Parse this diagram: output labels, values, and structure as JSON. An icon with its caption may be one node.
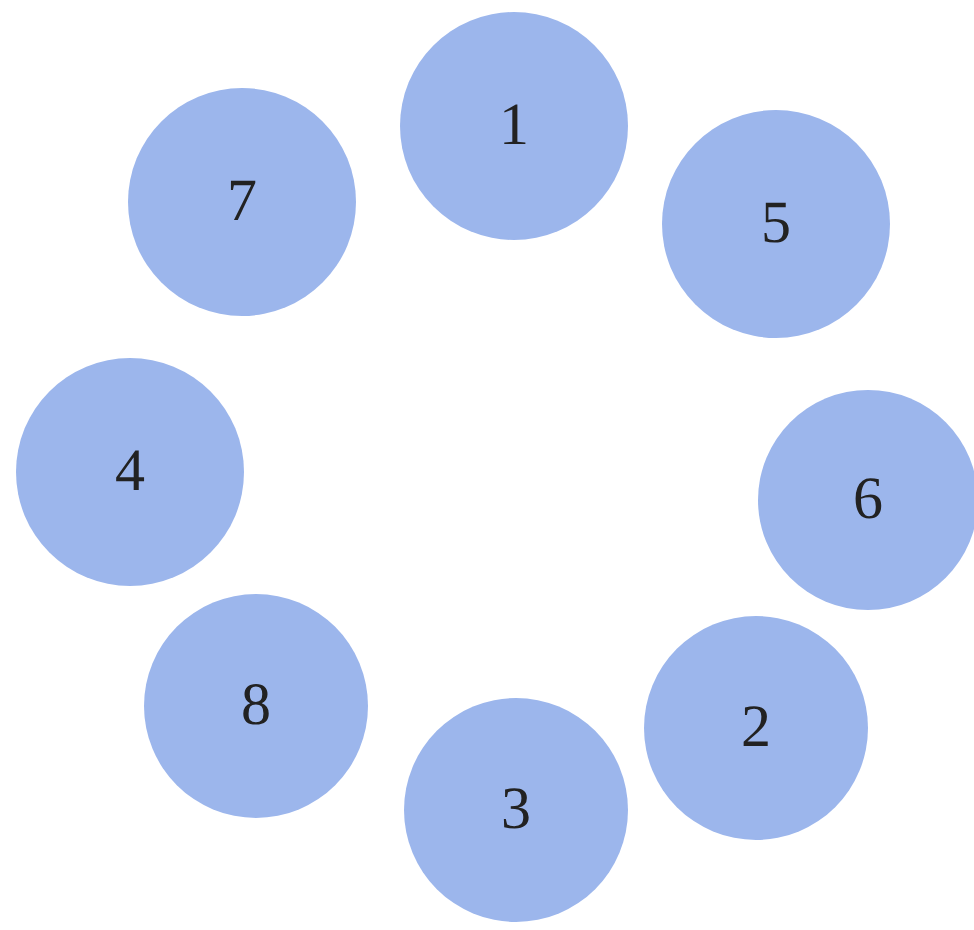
{
  "diagram": {
    "nodes": [
      {
        "text": [
          "1"
        ]
      },
      {
        "text": [
          "7"
        ]
      },
      {
        "text": [
          "5"
        ]
      },
      {
        "text": [
          "4"
        ]
      },
      {
        "text": [
          "6"
        ]
      },
      {
        "text": [
          "8"
        ]
      },
      {
        "text": [
          "2"
        ]
      },
      {
        "text": [
          "3"
        ]
      }
    ]
  }
}
